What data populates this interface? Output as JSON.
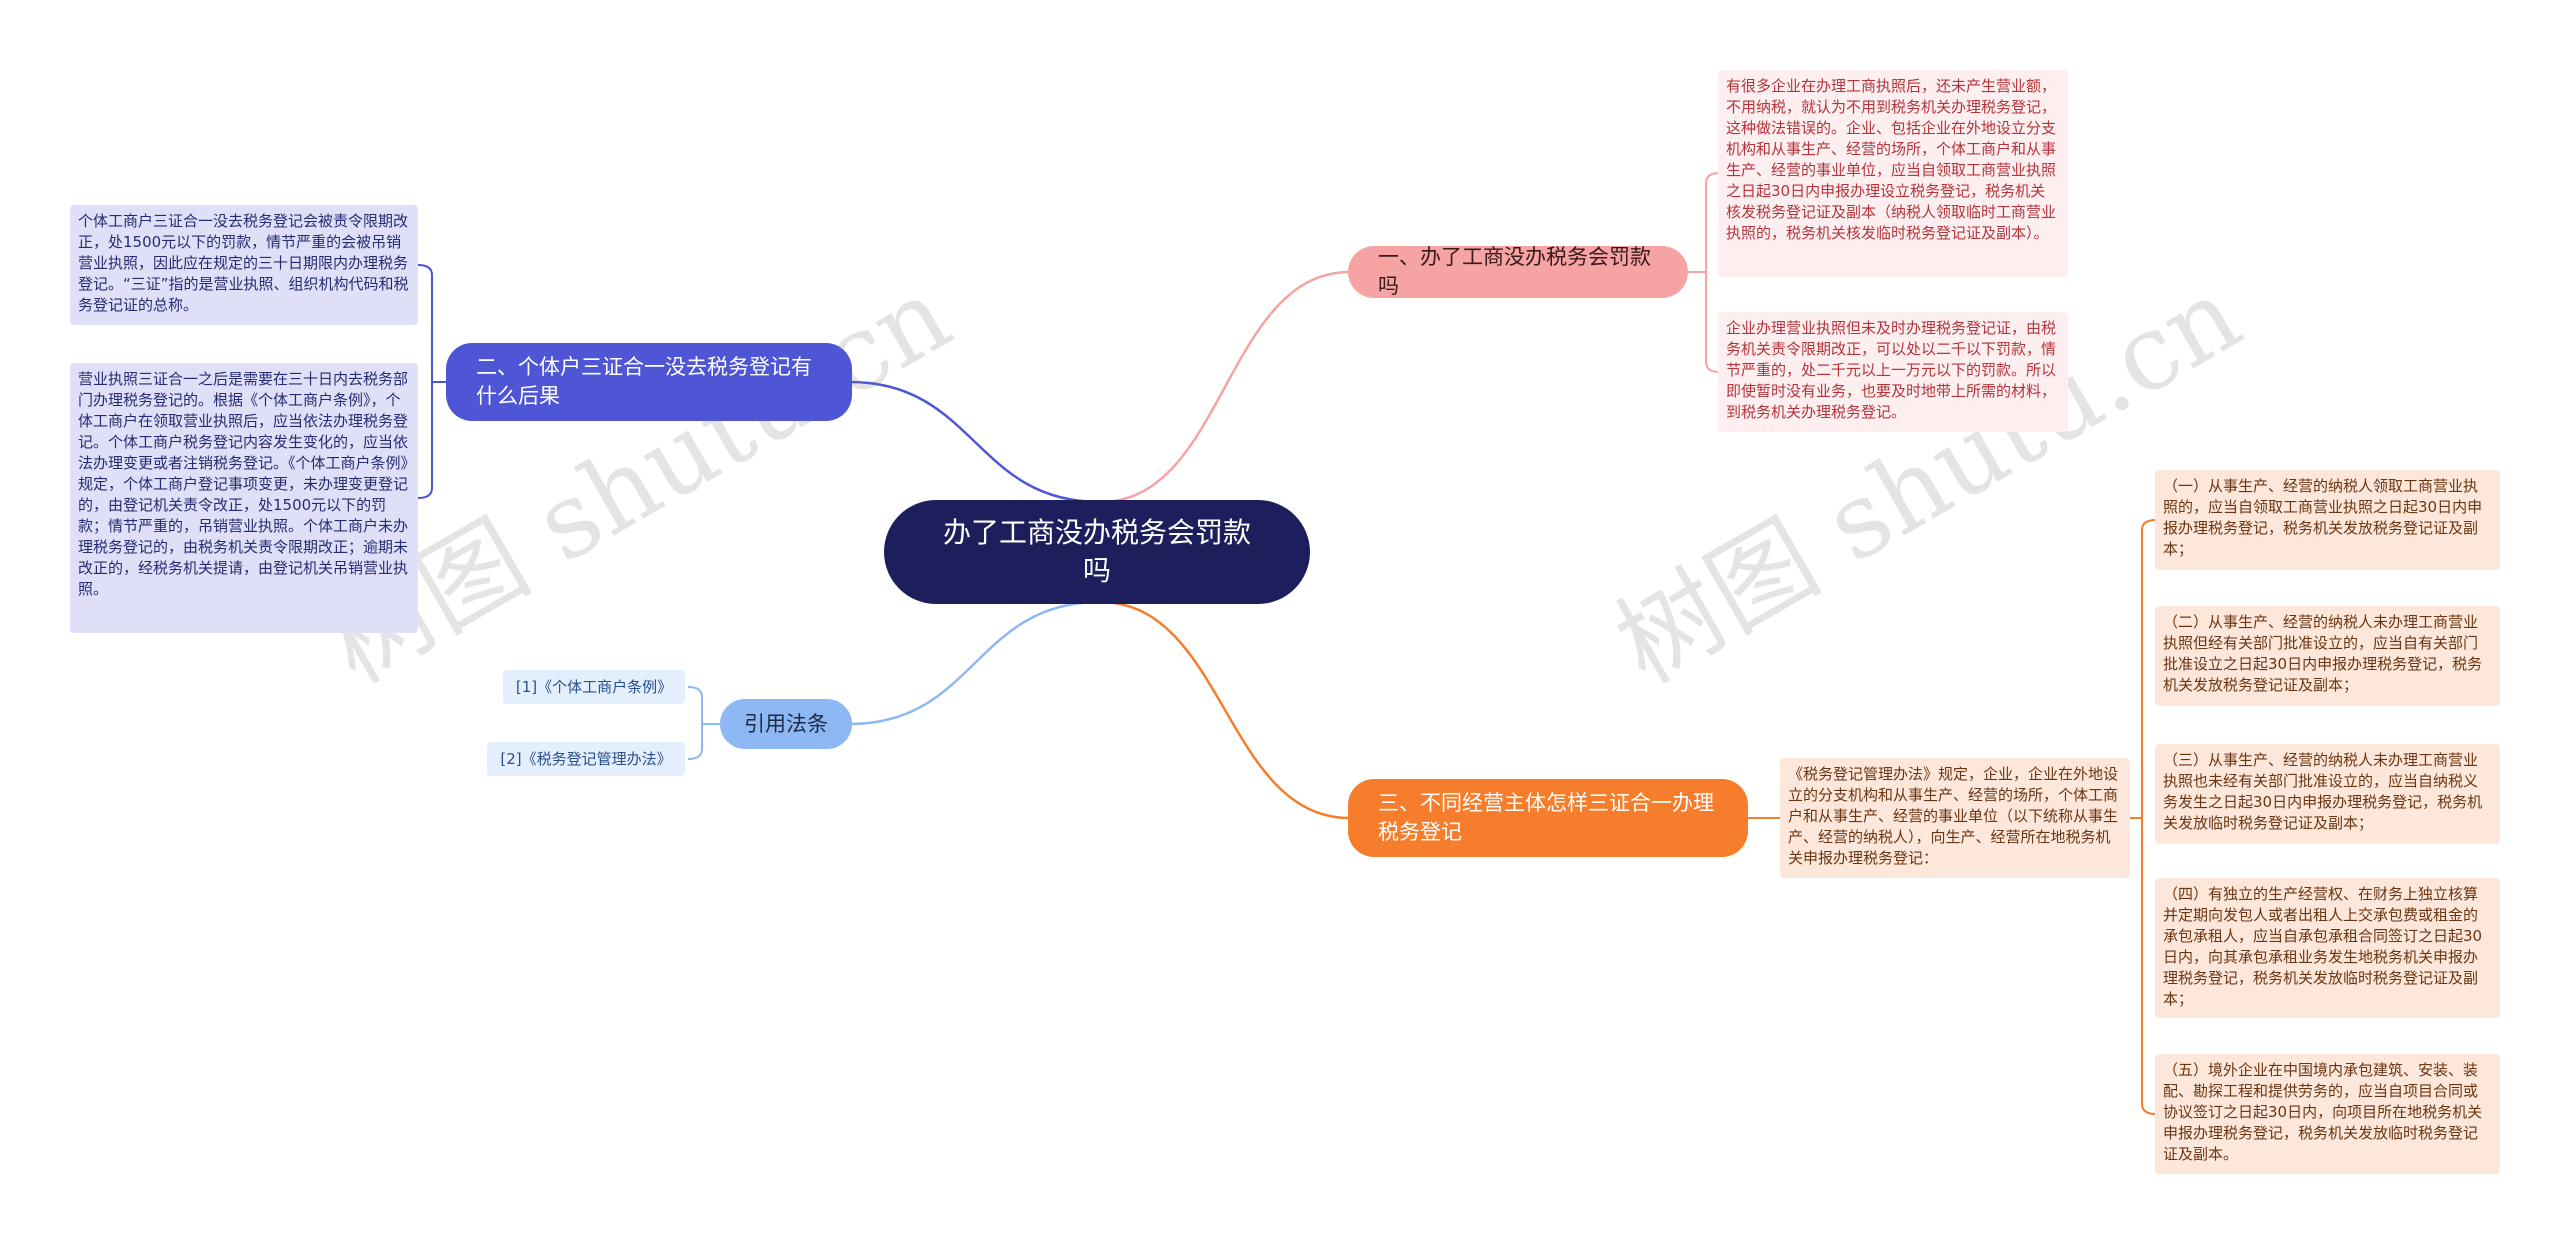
{
  "root": {
    "title": "办了工商没办税务会罚款吗"
  },
  "branches": [
    {
      "label": "一、办了工商没办税务会罚款吗",
      "color": "#f5a3a3"
    },
    {
      "label": "二、个体户三证合一没去税务登记有什么后果",
      "color": "#4f56d6"
    },
    {
      "label": "三、不同经营主体怎样三证合一办理税务登记",
      "color": "#f57d2c"
    },
    {
      "label": "引用法条",
      "color": "#8db8f3"
    }
  ],
  "branch1_leaves": [
    "有很多企业在办理工商执照后，还未产生营业额，不用纳税，就认为不用到税务机关办理税务登记，这种做法错误的。企业、包括企业在外地设立分支机构和从事生产、经营的场所，个体工商户和从事生产、经营的事业单位，应当自领取工商营业执照之日起30日内申报办理设立税务登记，税务机关核发税务登记证及副本（纳税人领取临时工商营业执照的，税务机关核发临时税务登记证及副本）。",
    "企业办理营业执照但未及时办理税务登记证，由税务机关责令限期改正，可以处以二千以下罚款，情节严重的，处二千元以上一万元以下的罚款。所以即使暂时没有业务，也要及时地带上所需的材料，到税务机关办理税务登记。"
  ],
  "branch2_leaves": [
    "个体工商户三证合一没去税务登记会被责令限期改正，处1500元以下的罚款，情节严重的会被吊销营业执照，因此应在规定的三十日期限内办理税务登记。“三证”指的是营业执照、组织机构代码和税务登记证的总称。",
    "营业执照三证合一之后是需要在三十日内去税务部门办理税务登记的。根据《个体工商户条例》，个体工商户在领取营业执照后，应当依法办理税务登记。个体工商户税务登记内容发生变化的，应当依法办理变更或者注销税务登记。《个体工商户条例》规定，个体工商户登记事项变更，未办理变更登记的，由登记机关责令改正，处1500元以下的罚款；情节严重的，吊销营业执照。个体工商户未办理税务登记的，由税务机关责令限期改正；逾期未改正的，经税务机关提请，由登记机关吊销营业执照。"
  ],
  "branch3_intro": "《税务登记管理办法》规定，企业，企业在外地设立的分支机构和从事生产、经营的场所，个体工商户和从事生产、经营的事业单位（以下统称从事生产、经营的纳税人），向生产、经营所在地税务机关申报办理税务登记：",
  "branch3_items": [
    "（一）从事生产、经营的纳税人领取工商营业执照的，应当自领取工商营业执照之日起30日内申报办理税务登记，税务机关发放税务登记证及副本；",
    "（二）从事生产、经营的纳税人未办理工商营业执照但经有关部门批准设立的，应当自有关部门批准设立之日起30日内申报办理税务登记，税务机关发放税务登记证及副本；",
    "（三）从事生产、经营的纳税人未办理工商营业执照也未经有关部门批准设立的，应当自纳税义务发生之日起30日内申报办理税务登记，税务机关发放临时税务登记证及副本；",
    "（四）有独立的生产经营权、在财务上独立核算并定期向发包人或者出租人上交承包费或租金的承包承租人，应当自承包承租合同签订之日起30日内，向其承包承租业务发生地税务机关申报办理税务登记，税务机关发放临时税务登记证及副本；",
    "（五）境外企业在中国境内承包建筑、安装、装配、勘探工程和提供劳务的，应当自项目合同或协议签订之日起30日内，向项目所在地税务机关申报办理税务登记，税务机关发放临时税务登记证及副本。"
  ],
  "references": [
    "[1]《个体工商户条例》",
    "[2]《税务登记管理办法》"
  ],
  "watermark": "树图 shutu.cn"
}
